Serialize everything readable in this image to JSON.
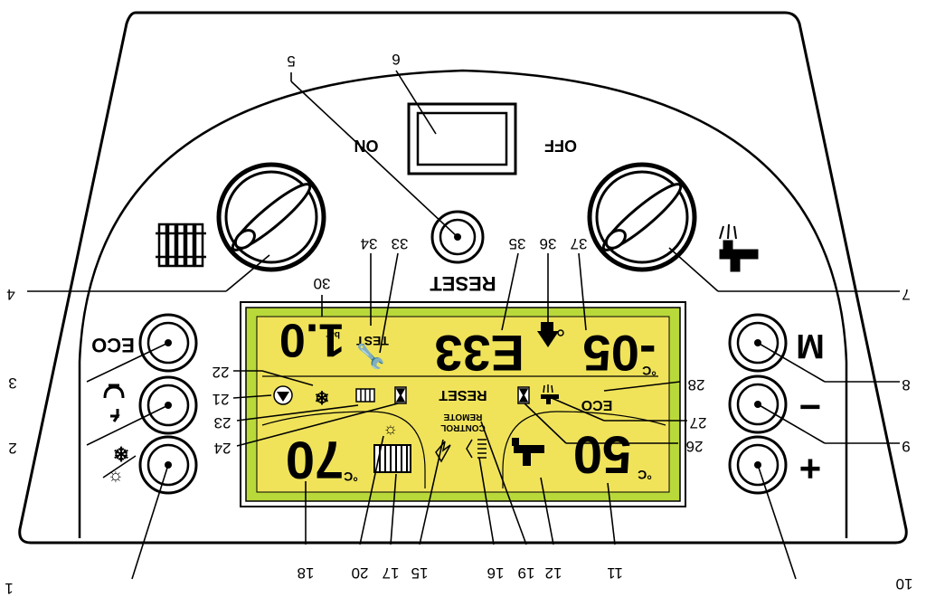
{
  "panel": {
    "switch": {
      "on_label": "ON",
      "off_label": "OFF"
    },
    "reset_label": "RESET",
    "buttons_left": [
      {
        "label": "ECO"
      },
      {
        "label": ""
      },
      {
        "label": ""
      }
    ],
    "buttons_right": [
      {
        "label": "M"
      },
      {
        "label": "−"
      },
      {
        "label": "+"
      }
    ]
  },
  "lcd": {
    "pressure": "1.0",
    "pressure_unit": "bar",
    "test": "TEST",
    "code": "E33",
    "outdoor_temp": "-05",
    "reset": "RESET",
    "remote_control_1": "REMOTE",
    "remote_control_2": "CONTROL",
    "eco": "ECO",
    "heating_temp": "70",
    "dhw_temp": "50",
    "degree": "°C",
    "bg_color": "#b9d93a"
  },
  "callouts": [
    "1",
    "2",
    "3",
    "4",
    "5",
    "6",
    "7",
    "8",
    "9",
    "10",
    "11",
    "12",
    "15",
    "16",
    "17",
    "18",
    "19",
    "20",
    "21",
    "22",
    "23",
    "24",
    "26",
    "27",
    "28",
    "30",
    "33",
    "34",
    "35",
    "36",
    "37"
  ]
}
